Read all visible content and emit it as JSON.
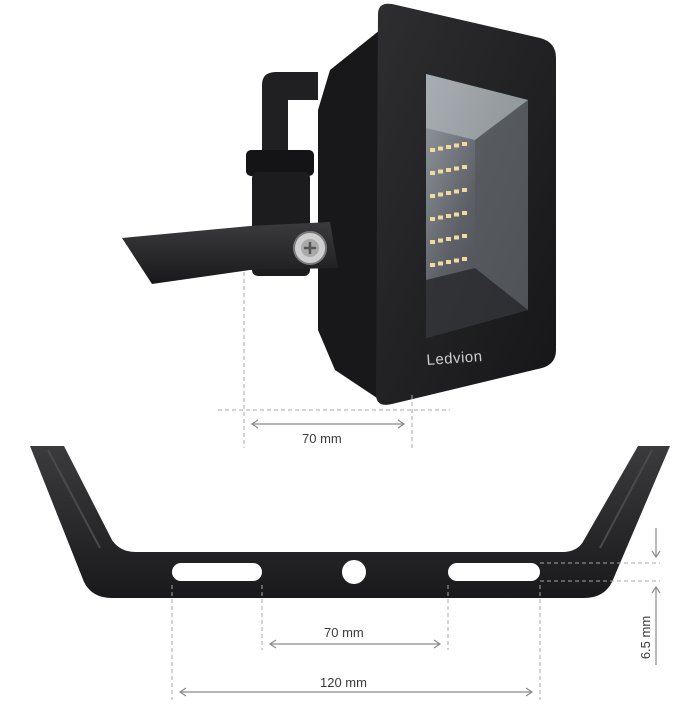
{
  "product": {
    "brand": "Ledvion"
  },
  "dimensions": {
    "top_hole_spacing": "70 mm",
    "bracket_hole_spacing": "70 mm",
    "bracket_width": "120 mm",
    "bracket_slot_height": "6.5 mm"
  },
  "colors": {
    "housing": "#1f1f21",
    "dimension_line": "#9a9a9a",
    "text": "#3a3a3a"
  }
}
